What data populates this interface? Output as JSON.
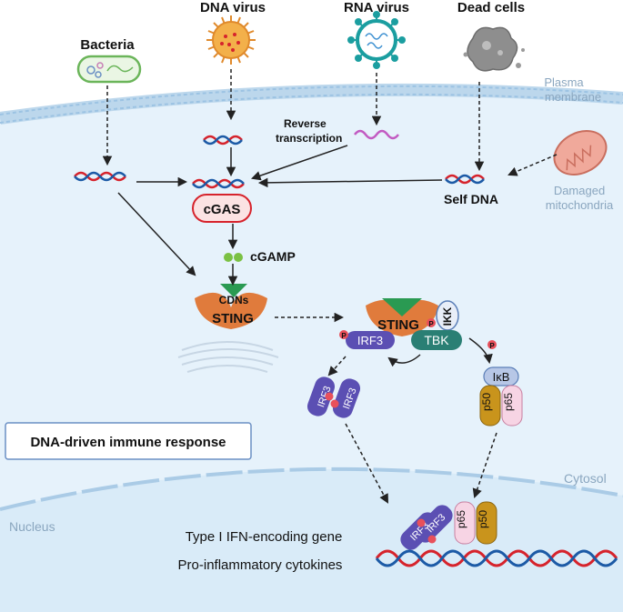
{
  "sources": {
    "bacteria": "Bacteria",
    "dna_virus": "DNA  virus",
    "rna_virus": "RNA  virus",
    "dead_cells": "Dead cells"
  },
  "regions": {
    "plasma_membrane_line1": "Plasma",
    "plasma_membrane_line2": "membrane",
    "cytosol": "Cytosol",
    "nucleus": "Nucleus"
  },
  "labels": {
    "reverse_transcription_line1": "Reverse",
    "reverse_transcription_line2": "transcription",
    "self_dna": "Self DNA",
    "damaged_mito_line1": "Damaged",
    "damaged_mito_line2": "mitochondria",
    "cgas": "cGAS",
    "cgamp": "cGAMP",
    "cdns": "CDNs",
    "sting_left": "STING",
    "sting_right": "STING",
    "ikk": "IKK",
    "tbk": "TBK",
    "irf3": "IRF3",
    "ikb": "IκB",
    "p50": "p50",
    "p65": "p65",
    "phospho": "P",
    "legend_title": "DNA-driven immune response",
    "gene_line1": "Type I IFN-encoding gene",
    "gene_line2": "Pro-inflammatory cytokines"
  },
  "colors": {
    "cell_bg": "#e6f2fb",
    "membrane": "#bcd7ec",
    "nucleus_bg": "#d9ebf8",
    "dna_red": "#d6232c",
    "dna_blue": "#1c5aa6",
    "sting": "#e07b3c",
    "irf3": "#5b4fb3",
    "tbk": "#2a7f74",
    "phospho": "#e8505b",
    "cgas_fill": "#fbe3e3",
    "cgas_stroke": "#d6232c",
    "cgamp": "#7bc143",
    "p50": "#c9941c",
    "p65": "#f7d4e4",
    "ikb": "#b7c7e6",
    "rna": "#c25bc2"
  }
}
